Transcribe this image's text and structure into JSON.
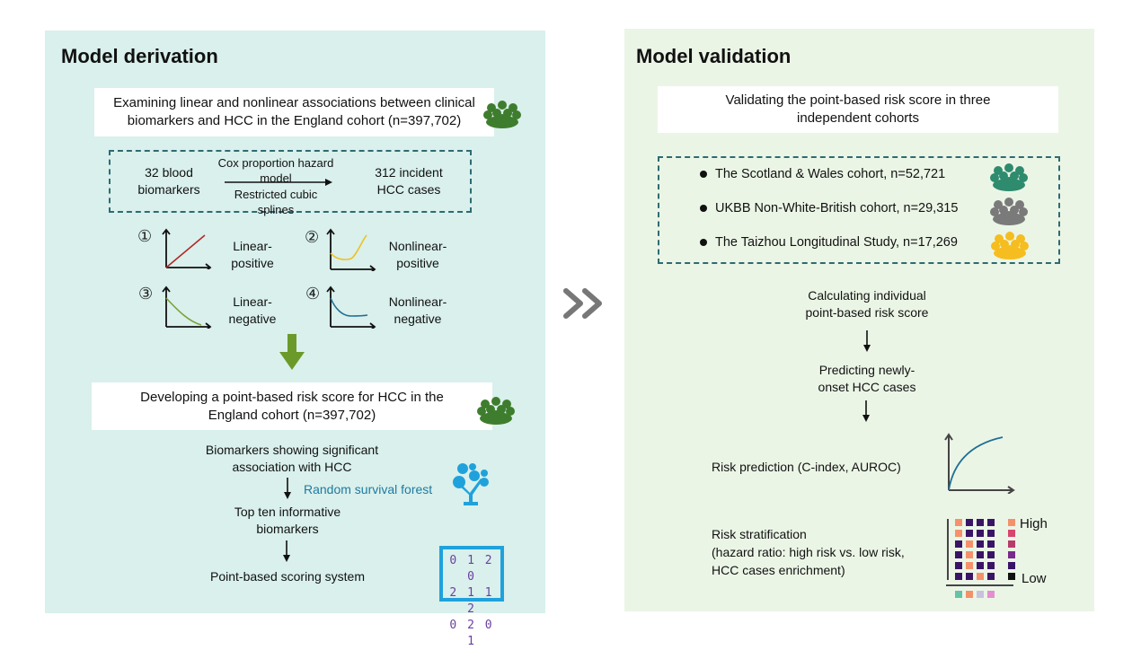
{
  "derivation": {
    "title": "Model derivation",
    "box1": {
      "line1": "Examining linear and nonlinear associations between clinical",
      "line2": "biomarkers and HCC in the England cohort (n=397,702)"
    },
    "method": {
      "input_line1": "32 blood",
      "input_line2": "biomarkers",
      "arrow_top_line1": "Cox proportion hazard",
      "arrow_top_line2": "model",
      "arrow_bottom": "Restricted cubic splines",
      "output_line1": "312 incident",
      "output_line2": "HCC cases"
    },
    "patterns": [
      {
        "number": "①",
        "label_line1": "Linear-",
        "label_line2": "positive",
        "color": "#b22a2a"
      },
      {
        "number": "②",
        "label_line1": "Nonlinear-",
        "label_line2": "positive",
        "color": "#f0c020"
      },
      {
        "number": "③",
        "label_line1": "Linear-",
        "label_line2": "negative",
        "color": "#7aa23a"
      },
      {
        "number": "④",
        "label_line1": "Nonlinear-",
        "label_line2": "negative",
        "color": "#1f6f95"
      }
    ],
    "box2": {
      "line1": "Developing a point-based risk score for HCC in the",
      "line2": "England cohort (n=397,702)"
    },
    "steps": {
      "step1_line1": "Biomarkers showing significant",
      "step1_line2": "association with HCC",
      "method_label": "Random survival forest",
      "step2_line1": "Top ten informative",
      "step2_line2": "biomarkers",
      "step3": "Point-based scoring system"
    },
    "score_matrix": [
      "0 1 2 0",
      "2 1 1 2",
      "0 2 0 1"
    ]
  },
  "validation": {
    "title": "Model validation",
    "box1": {
      "line1": "Validating the point-based risk score in three",
      "line2": "independent cohorts"
    },
    "cohorts": [
      {
        "label": "The Scotland & Wales cohort, n=52,721",
        "color": "#2e8b6e"
      },
      {
        "label": "UKBB Non-White-British cohort, n=29,315",
        "color": "#7a7a7a"
      },
      {
        "label": "The Taizhou Longitudinal Study, n=17,269",
        "color": "#f5bd1f"
      }
    ],
    "step1_line1": "Calculating individual",
    "step1_line2": "point-based risk score",
    "step2_line1": "Predicting newly-",
    "step2_line2": "onset HCC cases",
    "risk_prediction": "Risk prediction (C-index, AUROC)",
    "risk_strat_line1": "Risk stratification",
    "risk_strat_line2": "(hazard ratio: high risk vs. low risk,",
    "risk_strat_line3": "HCC cases enrichment)",
    "legend_high": "High",
    "legend_low": "Low"
  },
  "colors": {
    "derivation_icon": "#3f7d2e",
    "tree_icon": "#1fa2dc",
    "arrow_green": "#6b9a2a",
    "chevron": "#777777"
  }
}
